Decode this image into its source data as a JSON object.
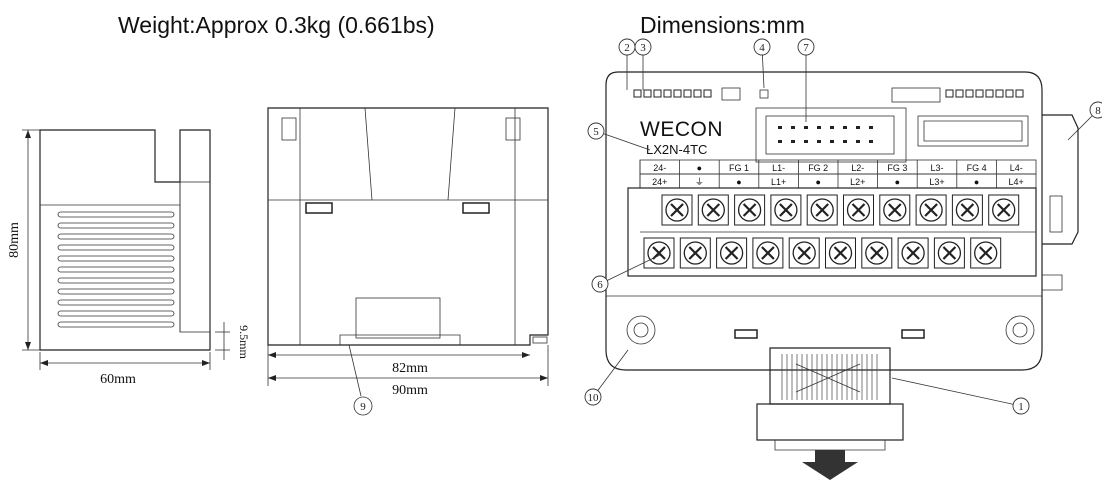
{
  "header": {
    "weight": "Weight:Approx 0.3kg (0.661bs)",
    "dimensions": "Dimensions:mm"
  },
  "side_view": {
    "height_label": "80mm",
    "width_label": "60mm",
    "foot_label": "9.5mm"
  },
  "front_view": {
    "inner_width_label": "82mm",
    "total_width_label": "90mm",
    "callout_9": "9"
  },
  "module": {
    "brand": "WECON",
    "model": "LX2N-4TC",
    "top_terminals": [
      "24-",
      "●",
      "FG 1",
      "L1-",
      "FG 2",
      "L2-",
      "FG 3",
      "L3-",
      "FG 4",
      "L4-"
    ],
    "bottom_terminals": [
      "24+",
      "⏚",
      "●",
      "L1+",
      "●",
      "L2+",
      "●",
      "L3+",
      "●",
      "L4+"
    ],
    "callouts": [
      "1",
      "2",
      "3",
      "4",
      "5",
      "6",
      "7",
      "8",
      "10"
    ]
  }
}
